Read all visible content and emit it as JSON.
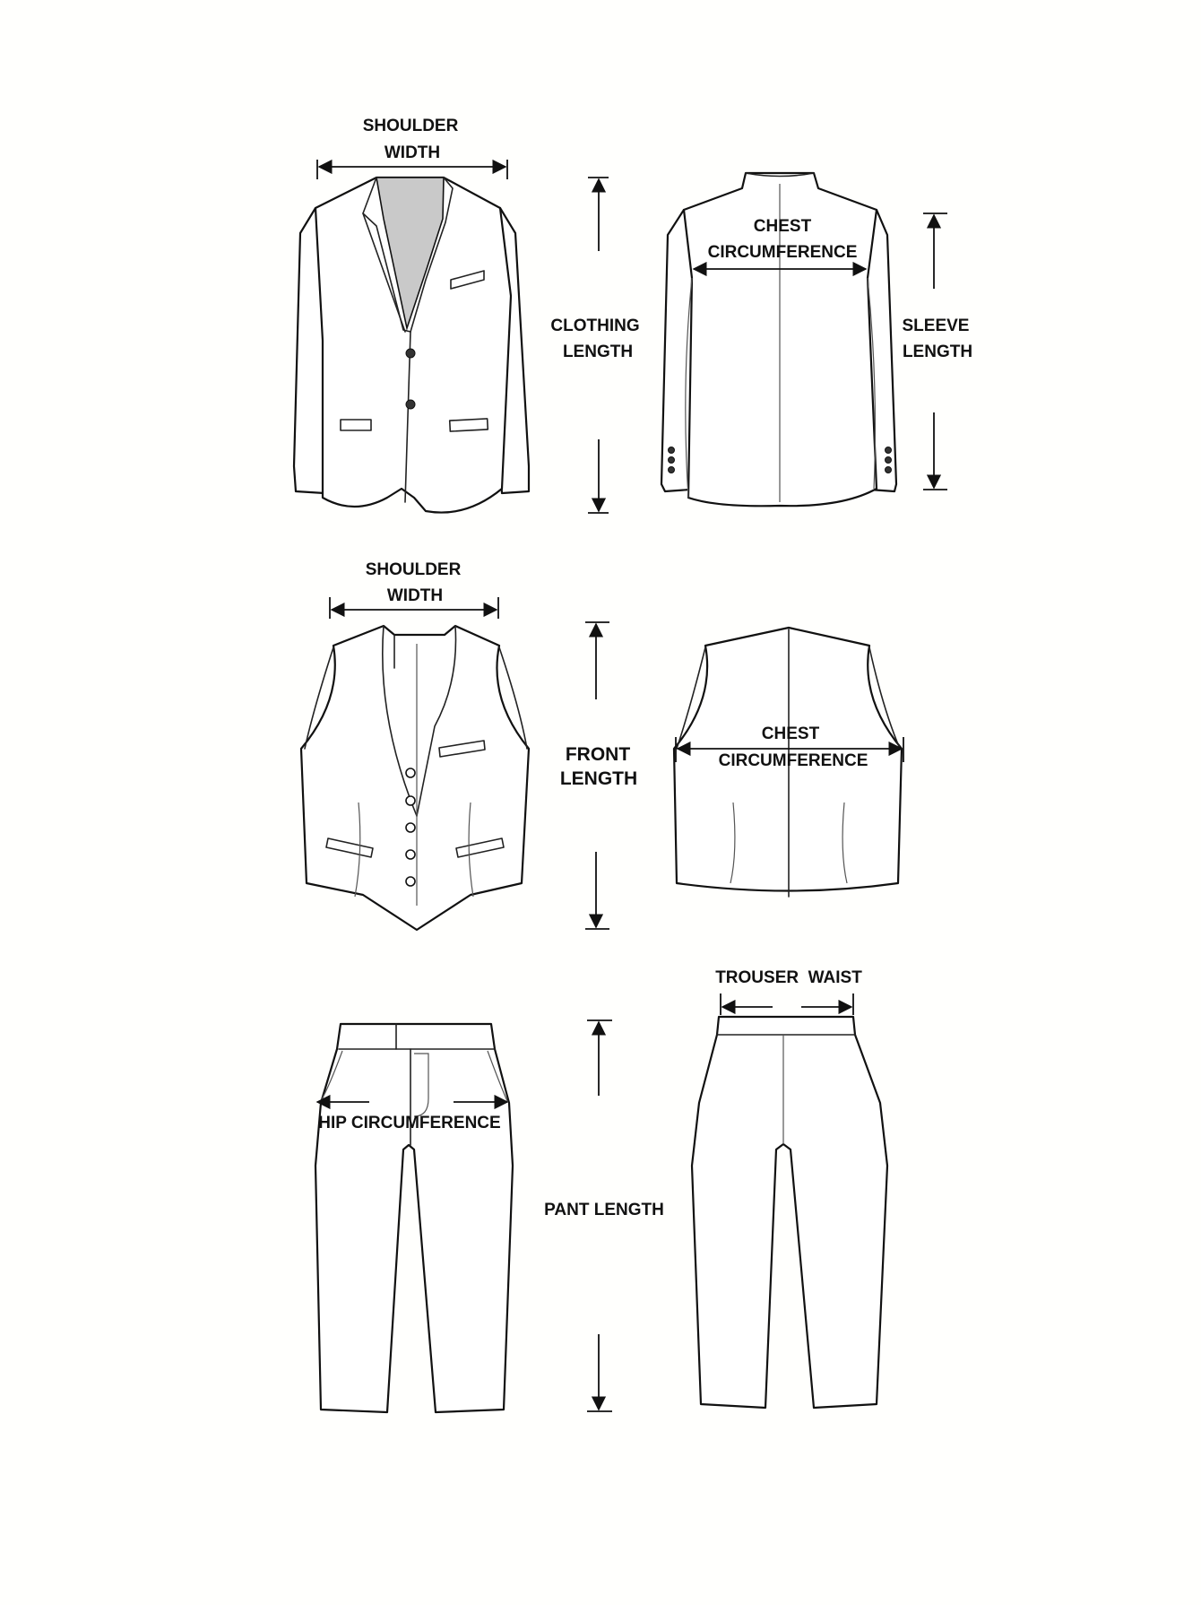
{
  "labels": {
    "jacket_front_shoulder": [
      "SHOULDER",
      "WIDTH"
    ],
    "jacket_clothing_length": [
      "CLOTHING",
      "LENGTH"
    ],
    "jacket_back_chest": [
      "CHEST",
      "CIRCUMFERENCE"
    ],
    "jacket_sleeve_length": [
      "SLEEVE",
      "LENGTH"
    ],
    "vest_front_shoulder": [
      "SHOULDER",
      "WIDTH"
    ],
    "vest_front_length": [
      "FRONT",
      "LENGTH"
    ],
    "vest_back_chest": [
      "CHEST",
      "CIRCUMFERENCE"
    ],
    "trouser_waist": "TROUSER  WAIST",
    "hip_circumference": "HIP  CIRCUMFERENCE",
    "pant_length": "PANT LENGTH"
  }
}
